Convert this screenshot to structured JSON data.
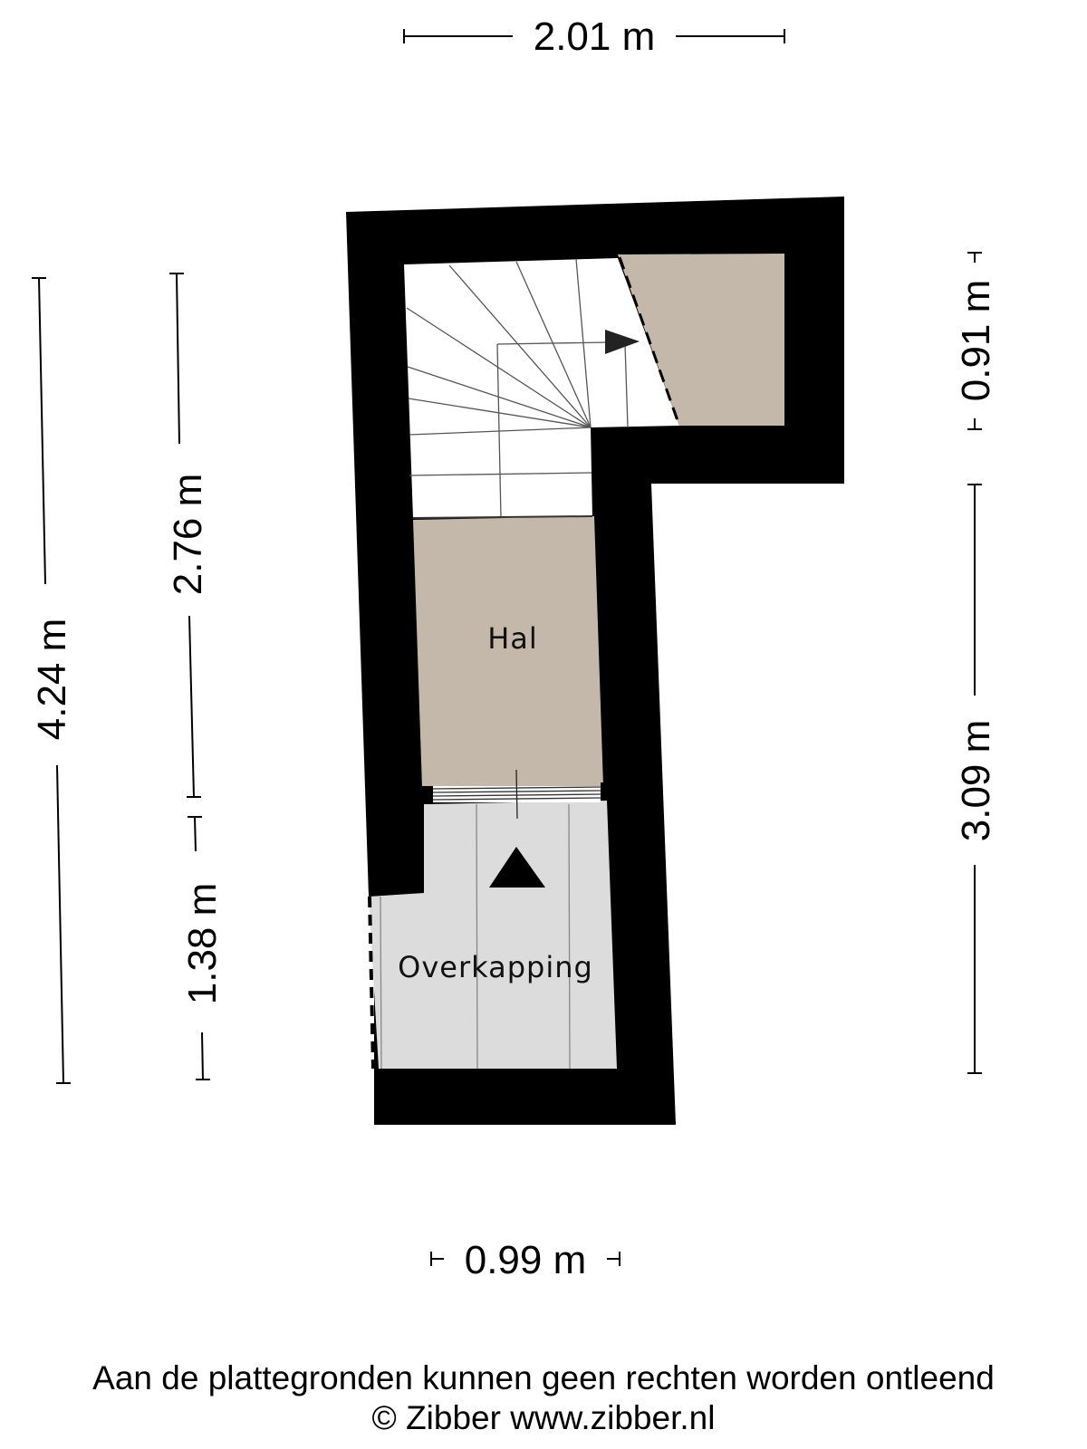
{
  "rooms": {
    "hall": "Hal",
    "canopy": "Overkapping"
  },
  "dimensions": {
    "top_width": "2.01 m",
    "bottom_width": "0.99 m",
    "total_height": "4.24 m",
    "upper_height": "2.76 m",
    "lower_height": "1.38 m",
    "right_small": "0.91 m",
    "right_large": "3.09 m"
  },
  "footer": {
    "disclaimer": "Aan de plattegronden kunnen geen rechten worden ontleend",
    "copyright": "© Zibber www.zibber.nl"
  },
  "colors": {
    "wall": "#000000",
    "hall_floor": "#c4b8aa",
    "canopy_floor": "#dcdcdc",
    "stair_floor": "#ffffff"
  },
  "icons": [
    "stair-arrow-icon",
    "entrance-triangle-icon"
  ]
}
